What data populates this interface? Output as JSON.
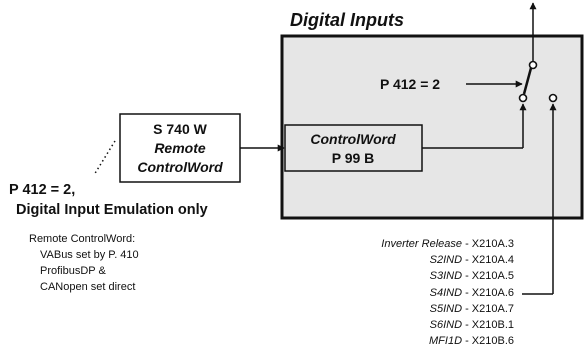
{
  "title": "Digital Inputs",
  "switch_label": "P 412 = 2",
  "s740_box": {
    "line1": "S  740 W",
    "line2": "Remote",
    "line3": "ControlWord"
  },
  "controlword_box": {
    "line1": "ControlWord",
    "line2": "P 99 B"
  },
  "condition": {
    "line1": "P 412 = 2,",
    "line2": "Digital Input Emulation only"
  },
  "remote_note": {
    "line1": "Remote ControlWord:",
    "line2": "VABus set by P. 410",
    "line3": "ProfibusDP &",
    "line4": "CANopen set direct"
  },
  "inputs": [
    {
      "name": "Inverter Release",
      "sep": " - ",
      "terminal": "X210A.3"
    },
    {
      "name": "S2IND",
      "sep": " - ",
      "terminal": "X210A.4"
    },
    {
      "name": "S3IND",
      "sep": " - ",
      "terminal": "X210A.5"
    },
    {
      "name": "S4IND",
      "sep": " - ",
      "terminal": "X210A.6"
    },
    {
      "name": "S5IND",
      "sep": " - ",
      "terminal": "X210A.7"
    },
    {
      "name": "S6IND",
      "sep": " - ",
      "terminal": "X210B.1"
    },
    {
      "name": "MFI1D",
      "sep": " - ",
      "terminal": "X210B.6"
    }
  ],
  "colors": {
    "panel_fill": "#e6e6e6",
    "stroke": "#111111"
  }
}
